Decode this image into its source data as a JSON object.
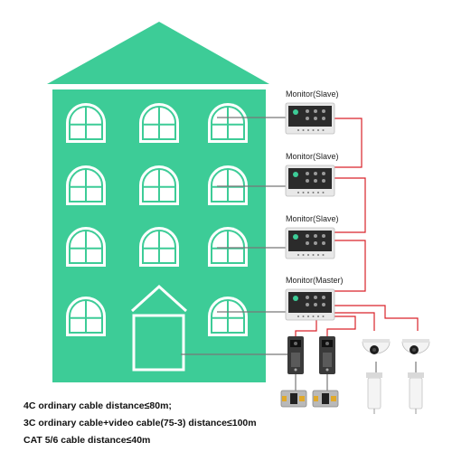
{
  "colors": {
    "building": "#3dcc97",
    "window": "#ffffff",
    "wire": "#d9232a",
    "monitor_frame": "#e8e8e8",
    "monitor_screen": "#2b2b2b",
    "doorbell_body": "#3a3a3a",
    "lock_body": "#b9b9b9"
  },
  "devices": {
    "monitors": [
      {
        "label": "Monitor(Slave)"
      },
      {
        "label": "Monitor(Slave)"
      },
      {
        "label": "Monitor(Slave)"
      },
      {
        "label": "Monitor(Master)"
      }
    ],
    "door_stations": 2,
    "cameras": 2,
    "locks": 2,
    "power_supplies": 2
  },
  "notes": [
    "4C ordinary cable distance≤80m;",
    "3C ordinary cable+video cable(75-3) distance≤100m",
    "CAT 5/6 cable distance≤40m"
  ]
}
